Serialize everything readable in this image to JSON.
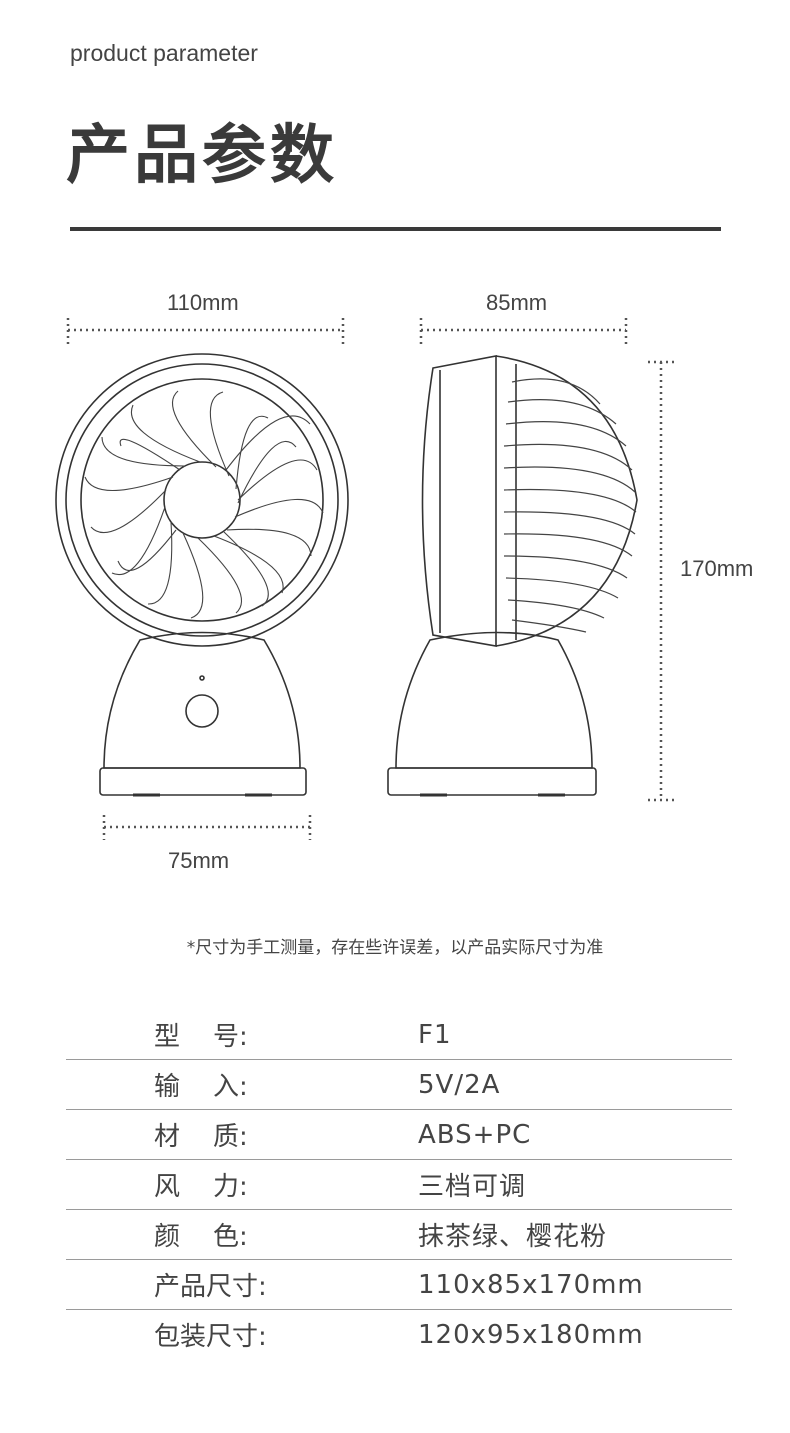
{
  "header": {
    "subtitle": "product parameter",
    "title": "产品参数"
  },
  "dimensions": {
    "width_front": "110mm",
    "depth_side": "85mm",
    "height": "170mm",
    "base_width": "75mm"
  },
  "note": "*尺寸为手工测量，存在些许误差，以产品实际尺寸为准",
  "specs": [
    {
      "label": "型    号:",
      "value": "F1"
    },
    {
      "label": "输    入:",
      "value": "5V/2A"
    },
    {
      "label": "材    质:",
      "value": "ABS+PC"
    },
    {
      "label": "风    力:",
      "value": "三档可调"
    },
    {
      "label": "颜    色:",
      "value": "抹茶绿、樱花粉"
    },
    {
      "label": "产品尺寸:",
      "value": "110x85x170mm"
    },
    {
      "label": "包装尺寸:",
      "value": "120x95x180mm"
    }
  ]
}
